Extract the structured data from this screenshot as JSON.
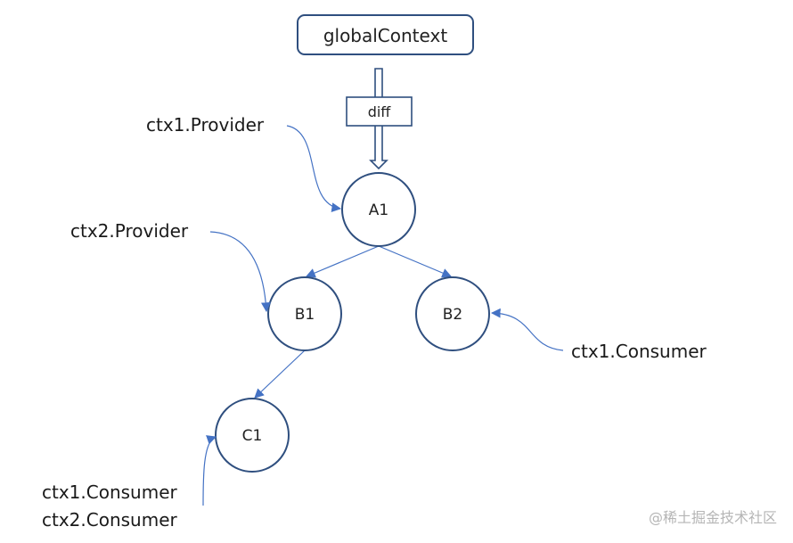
{
  "diagram": {
    "colors": {
      "stroke": "#2f4f7f",
      "edge": "#4472c4",
      "text": "#222222",
      "watermark": "#b5b5b5"
    },
    "root_box": "globalContext",
    "diff_label": "diff",
    "nodes": {
      "a1": "A1",
      "b1": "B1",
      "b2": "B2",
      "c1": "C1"
    },
    "annotations": {
      "ctx1_provider": "ctx1.Provider",
      "ctx2_provider": "ctx2.Provider",
      "ctx1_consumer_b2": "ctx1.Consumer",
      "ctx1_consumer_c1": "ctx1.Consumer",
      "ctx2_consumer_c1": "ctx2.Consumer"
    },
    "watermark": "@稀土掘金技术社区"
  }
}
